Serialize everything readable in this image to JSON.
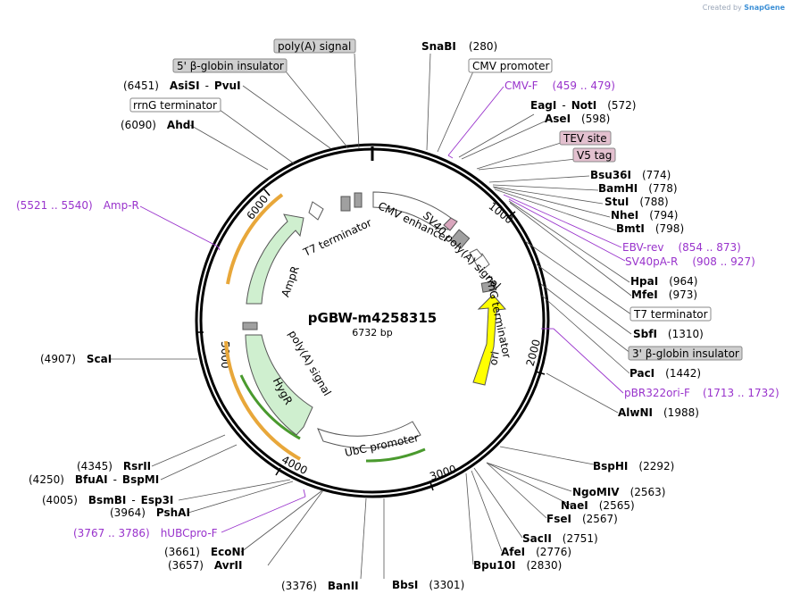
{
  "credit": {
    "text": "Created by",
    "brand": "SnapGene"
  },
  "plasmid": {
    "name": "pGBW-m4258315",
    "size": "6732 bp"
  },
  "ticks": {
    "t1000": "1000",
    "t2000": "2000",
    "t3000": "3000",
    "t4000": "4000",
    "t5000": "5000",
    "t6000": "6000"
  },
  "features": {
    "cmv_enhancer": "CMV enhancer",
    "sv40": "SV40 poly(A) signal",
    "rrng_in": "rrnG terminator",
    "ori": "ori",
    "ubc": "UbC promoter",
    "hygr": "HygR",
    "polya_in": "poly(A) signal",
    "ampr": "AmpR",
    "t7_in": "T7 terminator"
  },
  "sites": {
    "snabi": {
      "name": "SnaBI",
      "pos": "(280)"
    },
    "eagi": {
      "name": "EagI",
      "sep": "-",
      "name2": "NotI",
      "pos": "(572)"
    },
    "asei": {
      "name": "AseI",
      "pos": "(598)"
    },
    "bsu36i": {
      "name": "Bsu36I",
      "pos": "(774)"
    },
    "bamhi": {
      "name": "BamHI",
      "pos": "(778)"
    },
    "stui": {
      "name": "StuI",
      "pos": "(788)"
    },
    "nhei": {
      "name": "NheI",
      "pos": "(794)"
    },
    "bmti": {
      "name": "BmtI",
      "pos": "(798)"
    },
    "hpai": {
      "name": "HpaI",
      "pos": "(964)"
    },
    "mfei": {
      "name": "MfeI",
      "pos": "(973)"
    },
    "sbfi": {
      "name": "SbfI",
      "pos": "(1310)"
    },
    "paci": {
      "name": "PacI",
      "pos": "(1442)"
    },
    "alwni": {
      "name": "AlwNI",
      "pos": "(1988)"
    },
    "bsphi": {
      "name": "BspHI",
      "pos": "(2292)"
    },
    "ngomiv": {
      "name": "NgoMIV",
      "pos": "(2563)"
    },
    "naei": {
      "name": "NaeI",
      "pos": "(2565)"
    },
    "fsei": {
      "name": "FseI",
      "pos": "(2567)"
    },
    "sacii": {
      "name": "SacII",
      "pos": "(2751)"
    },
    "afei": {
      "name": "AfeI",
      "pos": "(2776)"
    },
    "bpu10i": {
      "name": "Bpu10I",
      "pos": "(2830)"
    },
    "bbsi": {
      "name": "BbsI",
      "pos": "(3301)"
    },
    "banii": {
      "name": "BanII",
      "pos": "(3376)"
    },
    "avrii": {
      "name": "AvrII",
      "pos": "(3657)"
    },
    "econi": {
      "name": "EcoNI",
      "pos": "(3661)"
    },
    "pshai": {
      "name": "PshAI",
      "pos": "(3964)"
    },
    "bsmbi": {
      "name": "BsmBI",
      "sep": "-",
      "name2": "Esp3I",
      "pos": "(4005)"
    },
    "bfuai": {
      "name": "BfuAI",
      "sep": "-",
      "name2": "BspMI",
      "pos": "(4250)"
    },
    "rsrii": {
      "name": "RsrII",
      "pos": "(4345)"
    },
    "scai": {
      "name": "ScaI",
      "pos": "(4907)"
    },
    "ahdi": {
      "name": "AhdI",
      "pos": "(6090)"
    },
    "asisi": {
      "name": "AsiSI",
      "sep": "-",
      "name2": "PvuI",
      "pos": "(6451)"
    }
  },
  "boxed": {
    "polya": "poly(A) signal",
    "globin5": "5' β-globin insulator",
    "rrng": "rrnG terminator",
    "cmvprom": "CMV promoter",
    "tev": "TEV site",
    "v5": "V5 tag",
    "t7term": "T7 terminator",
    "globin3": "3' β-globin insulator"
  },
  "primers": {
    "cmvf": {
      "name": "CMV-F",
      "range": "(459 .. 479)"
    },
    "ebv": {
      "name": "EBV-rev",
      "range": "(854 .. 873)"
    },
    "sv40pa": {
      "name": "SV40pA-R",
      "range": "(908 .. 927)"
    },
    "pbr": {
      "name": "pBR322ori-F",
      "range": "(1713 .. 1732)"
    },
    "hubc": {
      "name": "hUBCpro-F",
      "range": "(3767 .. 3786)"
    },
    "ampr": {
      "name": "Amp-R",
      "range": "(5521 .. 5540)"
    }
  }
}
